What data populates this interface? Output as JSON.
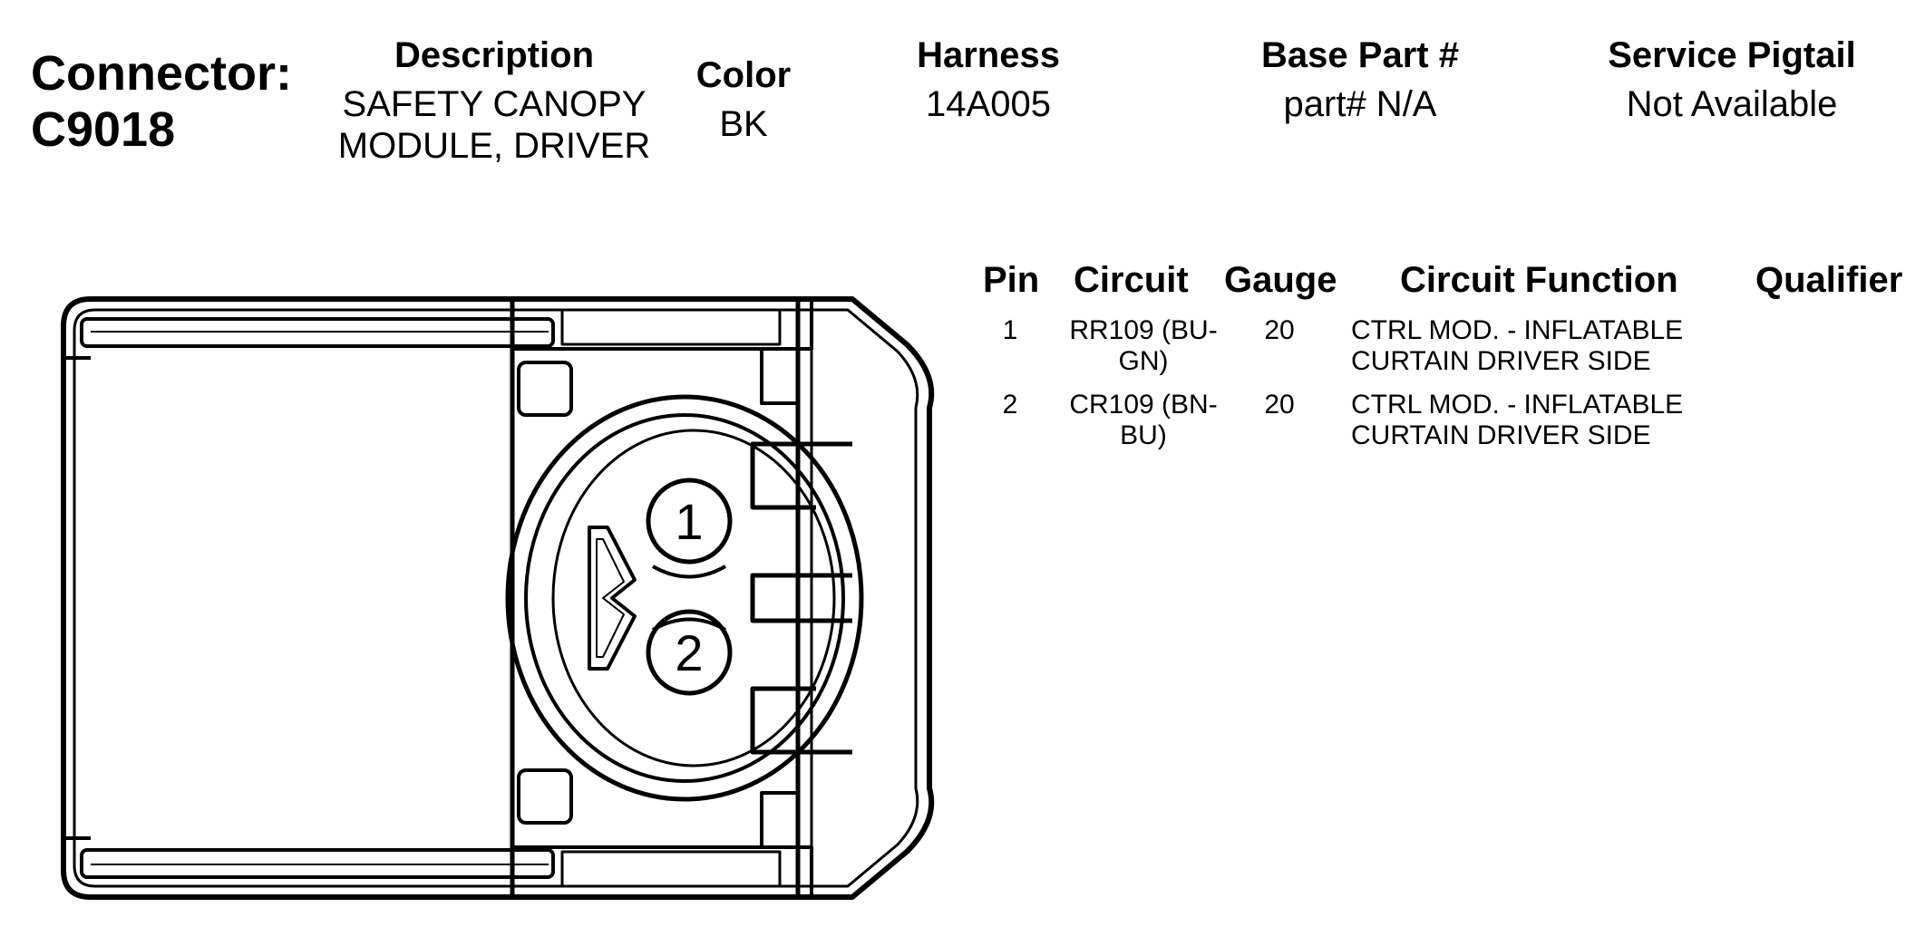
{
  "connector": {
    "label": "Connector:",
    "id": "C9018"
  },
  "header": {
    "description": {
      "heading": "Description",
      "line1": "SAFETY CANOPY",
      "line2": "MODULE, DRIVER"
    },
    "color": {
      "heading": "Color",
      "value": "BK"
    },
    "harness": {
      "heading": "Harness",
      "value": "14A005"
    },
    "base_part": {
      "heading": "Base Part #",
      "value": "part# N/A"
    },
    "service_pigtail": {
      "heading": "Service Pigtail",
      "value": "Not Available"
    }
  },
  "pin_table": {
    "columns": [
      "Pin",
      "Circuit",
      "Gauge",
      "Circuit Function",
      "Qualifier"
    ],
    "rows": [
      {
        "pin": "1",
        "circuit_line1": "RR109 (BU-",
        "circuit_line2": "GN)",
        "gauge": "20",
        "function_line1": "CTRL MOD. - INFLATABLE",
        "function_line2": "CURTAIN DRIVER SIDE",
        "qualifier": ""
      },
      {
        "pin": "2",
        "circuit_line1": "CR109 (BN-",
        "circuit_line2": "BU)",
        "gauge": "20",
        "function_line1": "CTRL MOD. - INFLATABLE",
        "function_line2": "CURTAIN DRIVER SIDE",
        "qualifier": ""
      }
    ]
  },
  "drawing": {
    "pin_labels": [
      "1",
      "2"
    ]
  }
}
